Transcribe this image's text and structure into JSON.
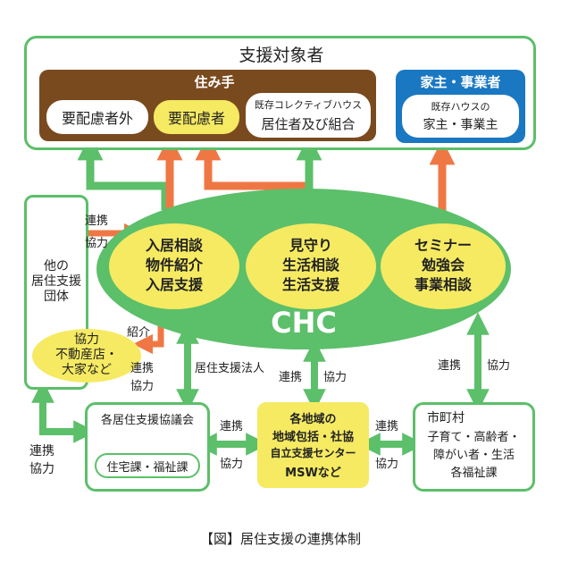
{
  "target": {
    "title": "支援対象者",
    "residents_title": "住み手",
    "resident_nodes": [
      "要配慮者外",
      "要配慮者"
    ],
    "collective_top": "既存コレクティブハウス",
    "collective_bottom": "居住者及び組合",
    "owners_title": "家主・事業者",
    "owners_sub_top": "既存ハウスの",
    "owners_sub_bottom": "家主・事業主"
  },
  "chc": {
    "name": "CHC",
    "services": [
      [
        "入居相談",
        "物件紹介",
        "入居支援"
      ],
      [
        "見守り",
        "生活相談",
        "生活支援"
      ],
      [
        "セミナー",
        "勉強会",
        "事業相談"
      ]
    ]
  },
  "other_groups": {
    "lines": [
      "他の",
      "居住支援",
      "団体"
    ]
  },
  "realtors": {
    "lines": [
      "協力",
      "不動産店・",
      "大家など"
    ]
  },
  "councils": {
    "title": "各居住支援協議会",
    "sub": "住宅課・福祉課"
  },
  "regional": {
    "lines": [
      "各地域の",
      "地域包括・社協",
      "自立支援センター",
      "MSWなど"
    ]
  },
  "city": {
    "title": "市町村",
    "lines": [
      "子育て・高齢者・",
      "障がい者・生活",
      "各福祉課"
    ]
  },
  "link_labels": {
    "renkei": "連携",
    "kyoryoku": "協力",
    "shoukai": "紹介",
    "kyoju_houjin": "居住支援法人"
  },
  "caption": "【図】居住支援の連携体制",
  "colors": {
    "green": "#5cbf6a",
    "orange": "#ef7744",
    "yellow": "#f5ea62",
    "brown": "#7a4a1f",
    "blue": "#1a78c2"
  }
}
